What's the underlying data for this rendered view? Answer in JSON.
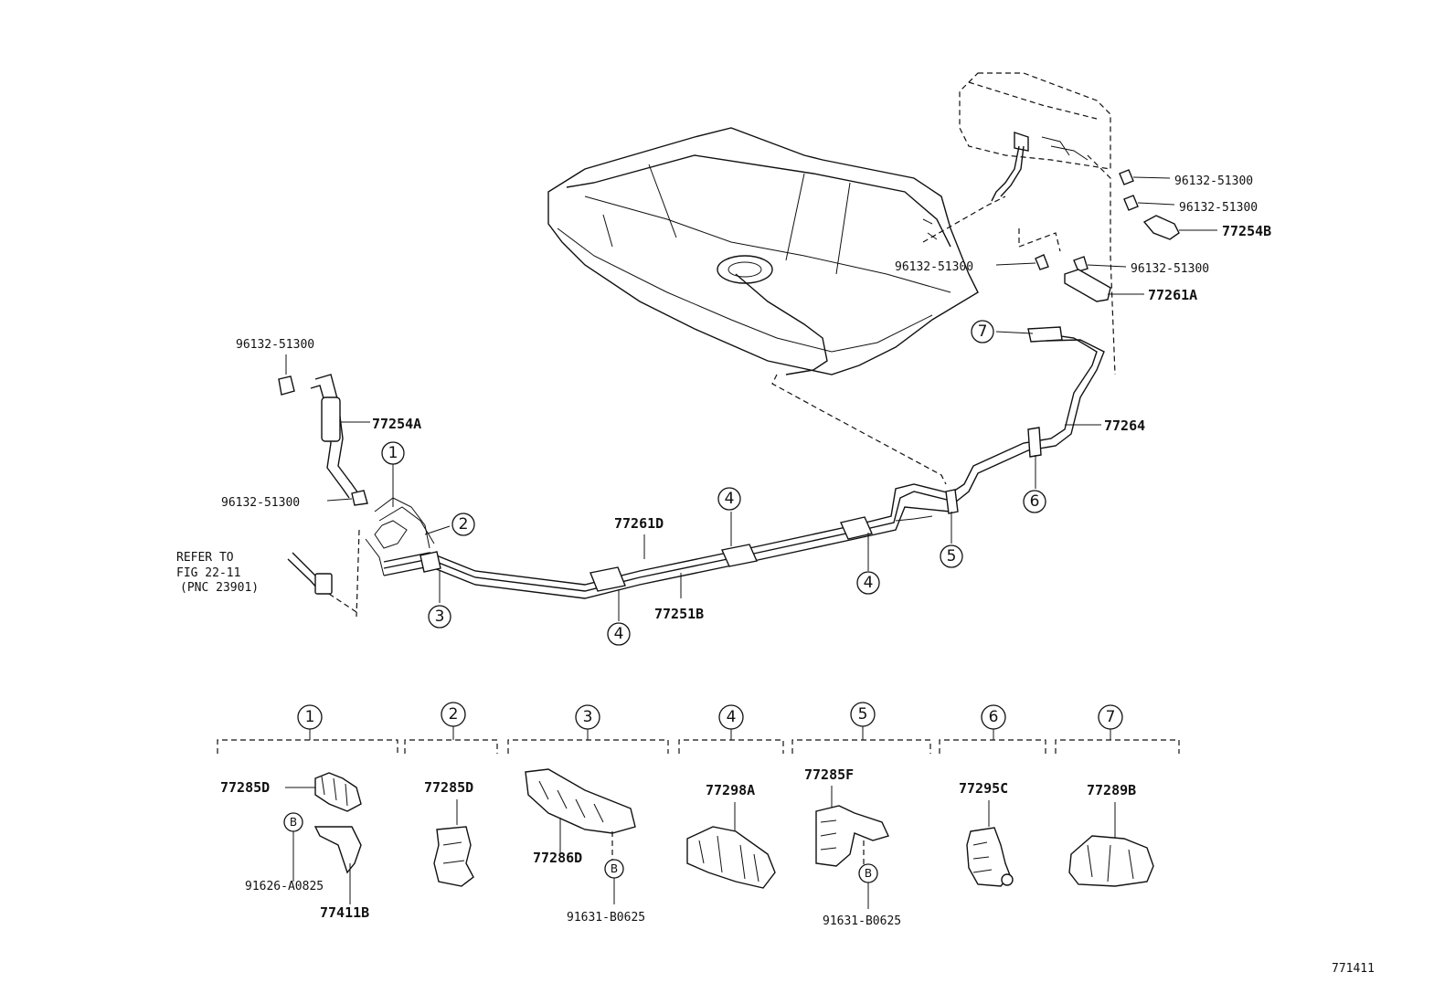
{
  "parts": {
    "clamp_96132_a": "96132-51300",
    "clamp_96132_b": "96132-51300",
    "clamp_96132_c": "96132-51300",
    "clamp_96132_d": "96132-51300",
    "clamp_96132_e": "96132-51300",
    "clamp_96132_f": "96132-51300",
    "hose_77254A": "77254A",
    "hose_77254B": "77254B",
    "hose_77261A": "77261A",
    "tube_77261D": "77261D",
    "tube_77251B": "77251B",
    "tube_77264": "77264"
  },
  "refer_note": [
    "REFER TO",
    "FIG 22-11",
    "(PNC 23901)"
  ],
  "callouts": {
    "c1": "1",
    "c2": "2",
    "c3": "3",
    "c4a": "4",
    "c4b": "4",
    "c4c": "4",
    "c5": "5",
    "c6": "6",
    "c7": "7"
  },
  "detail_groups": [
    {
      "number": "1",
      "part_top": "77285D",
      "part_b": "91626-A0825",
      "part_bottom": "77411B",
      "bolt": "B"
    },
    {
      "number": "2",
      "part_top": "77285D"
    },
    {
      "number": "3",
      "part_mid": "77286D",
      "part_b": "91631-B0625",
      "bolt": "B"
    },
    {
      "number": "4",
      "part_top": "77298A"
    },
    {
      "number": "5",
      "part_top": "77285F",
      "part_b": "91631-B0625",
      "bolt": "B"
    },
    {
      "number": "6",
      "part_top": "77295C"
    },
    {
      "number": "7",
      "part_top": "77289B"
    }
  ],
  "illustration_code": "771411"
}
